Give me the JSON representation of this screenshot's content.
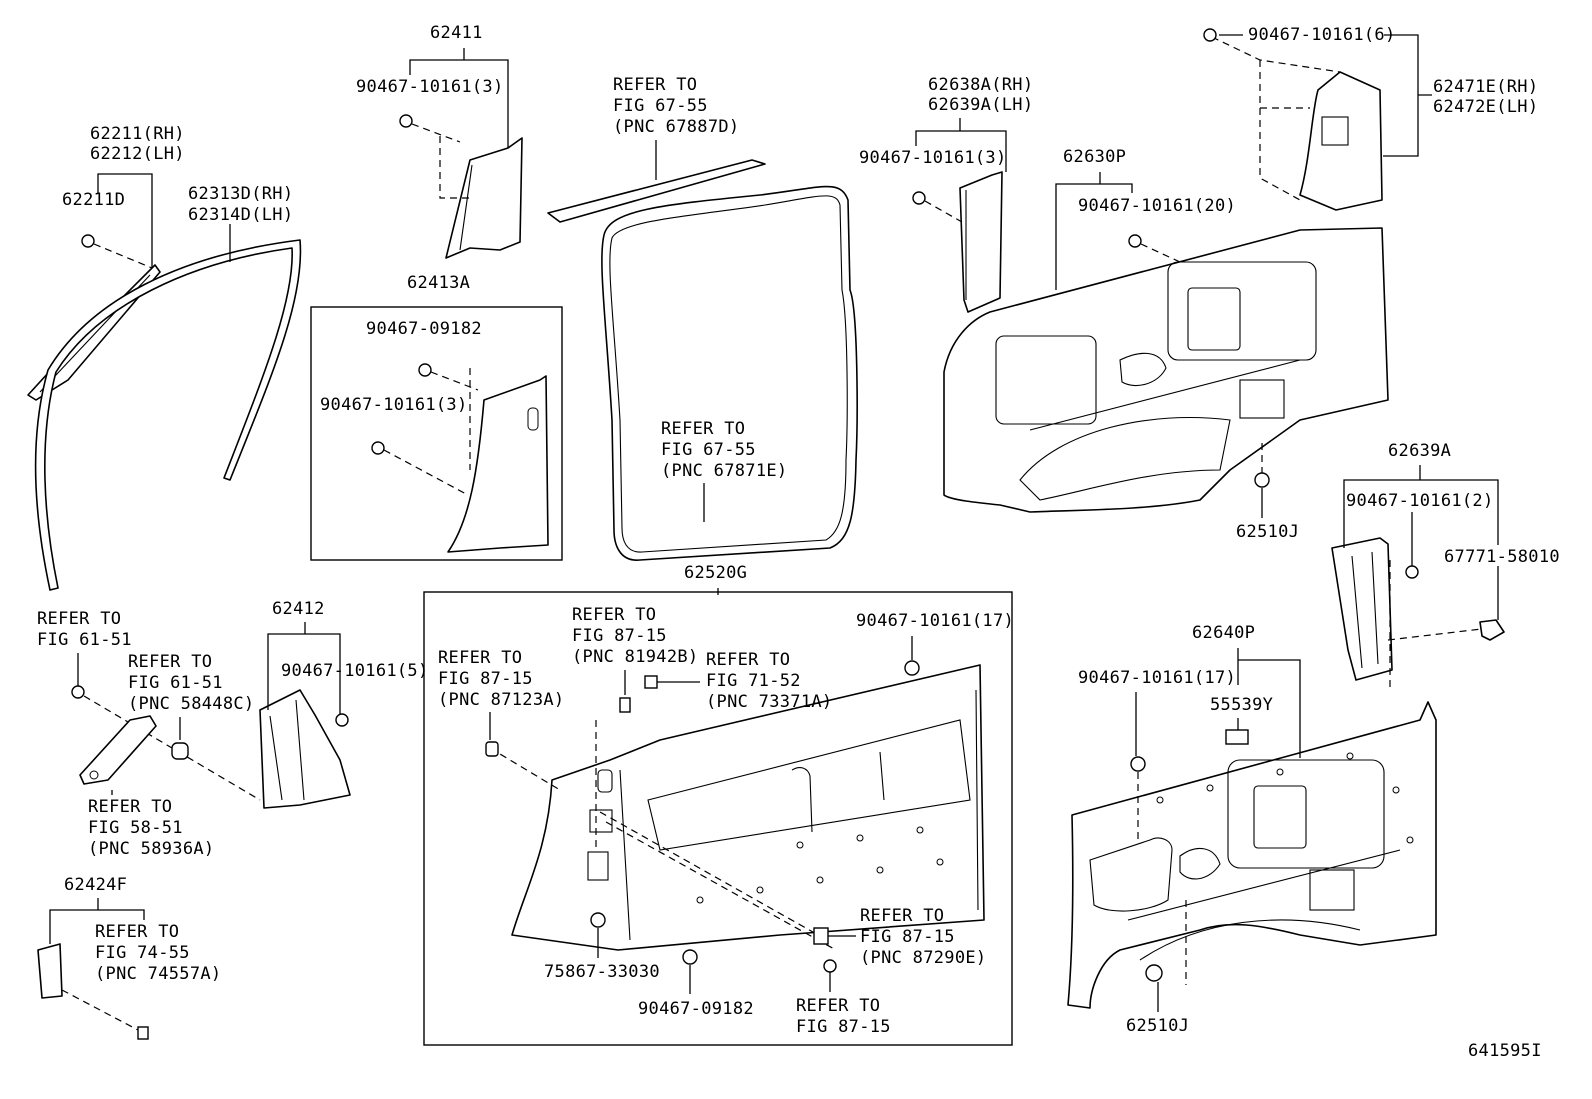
{
  "diagram_id": "641595I",
  "callouts": {
    "c62211": [
      "62211(RH)",
      "62212(LH)"
    ],
    "c62211D": "62211D",
    "c62313D": [
      "62313D(RH)",
      "62314D(LH)"
    ],
    "c62411": "62411",
    "c62411_clip": "90467-10161(3)",
    "c62413A": "62413A",
    "c62413A_clip1": "90467-09182",
    "c62413A_clip2": "90467-10161(3)",
    "ref_67887D": [
      "REFER TO",
      "FIG 67-55",
      "(PNC 67887D)"
    ],
    "ref_67871E": [
      "REFER TO",
      "FIG 67-55",
      "(PNC 67871E)"
    ],
    "c62638A": [
      "62638A(RH)",
      "62639A(LH)"
    ],
    "c62638A_clip": "90467-10161(3)",
    "c62630P": "62630P",
    "c62630P_clip": "90467-10161(20)",
    "c62471E_clip": "90467-10161(6)",
    "c62471E": [
      "62471E(RH)",
      "62472E(LH)"
    ],
    "c62510J_top": "62510J",
    "c62639A": "62639A",
    "c62639A_clip": "90467-10161(2)",
    "c67771": "67771-58010",
    "ref_61_51": [
      "REFER TO",
      "FIG 61-51"
    ],
    "ref_58448C": [
      "REFER TO",
      "FIG 61-51",
      "(PNC 58448C)"
    ],
    "ref_58936A": [
      "REFER TO",
      "FIG 58-51",
      "(PNC 58936A)"
    ],
    "c62412": "62412",
    "c62412_clip": "90467-10161(5)",
    "c62424F": "62424F",
    "ref_74557A": [
      "REFER TO",
      "FIG 74-55",
      "(PNC 74557A)"
    ],
    "c62520G": "62520G",
    "ref_87123A": [
      "REFER TO",
      "FIG 87-15",
      "(PNC 87123A)"
    ],
    "ref_81942B": [
      "REFER TO",
      "FIG 87-15",
      "(PNC 81942B)"
    ],
    "ref_73371A": [
      "REFER TO",
      "FIG 71-52",
      "(PNC 73371A)"
    ],
    "c62520G_clip": "90467-10161(17)",
    "c75867": "75867-33030",
    "c62520G_clip2": "90467-09182",
    "ref_87290E": [
      "REFER TO",
      "FIG 87-15",
      "(PNC 87290E)"
    ],
    "ref_87_15": [
      "REFER TO",
      "FIG 87-15"
    ],
    "c62640P": "62640P",
    "c62640P_clip": "90467-10161(17)",
    "c55539Y": "55539Y",
    "c62510J_bottom": "62510J"
  }
}
